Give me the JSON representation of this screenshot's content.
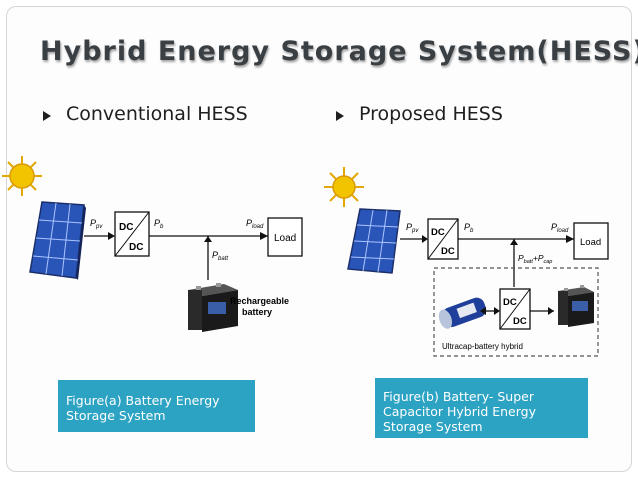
{
  "slide": {
    "title": "Hybrid Energy Storage System(HESS)",
    "bullets": [
      "Conventional HESS",
      "Proposed HESS"
    ]
  },
  "figure_a": {
    "p_pv": "P",
    "p_pv_sub": "pv",
    "p_b": "P",
    "p_b_sub": "b",
    "p_load": "P",
    "p_load_sub": "load",
    "p_batt": "P",
    "p_batt_sub": "batt",
    "converter_top": "DC",
    "converter_bottom": "DC",
    "load_label": "Load",
    "battery_label_1": "Rechargeable",
    "battery_label_2": "battery",
    "caption": "Figure(a) Battery Energy Storage System"
  },
  "figure_b": {
    "p_pv": "P",
    "p_pv_sub": "pv",
    "p_b": "P",
    "p_b_sub": "b",
    "p_load": "P",
    "p_load_sub": "load",
    "p_hybrid": "P",
    "p_hybrid_sub": "batt",
    "p_hybrid_plus": "+P",
    "p_hybrid_cap": "cap",
    "converter1_top": "DC",
    "converter1_bottom": "DC",
    "converter2_top": "DC",
    "converter2_bottom": "DC",
    "load_label": "Load",
    "hybrid_label": "Ultracap-battery hybrid",
    "caption": "Figure(b) Battery- Super Capacitor Hybrid Energy Storage System"
  },
  "colors": {
    "caption_bg": "#2da3c4",
    "title": "#3a3f44",
    "sun": "#f2c400",
    "panel": "#2a55b8"
  }
}
